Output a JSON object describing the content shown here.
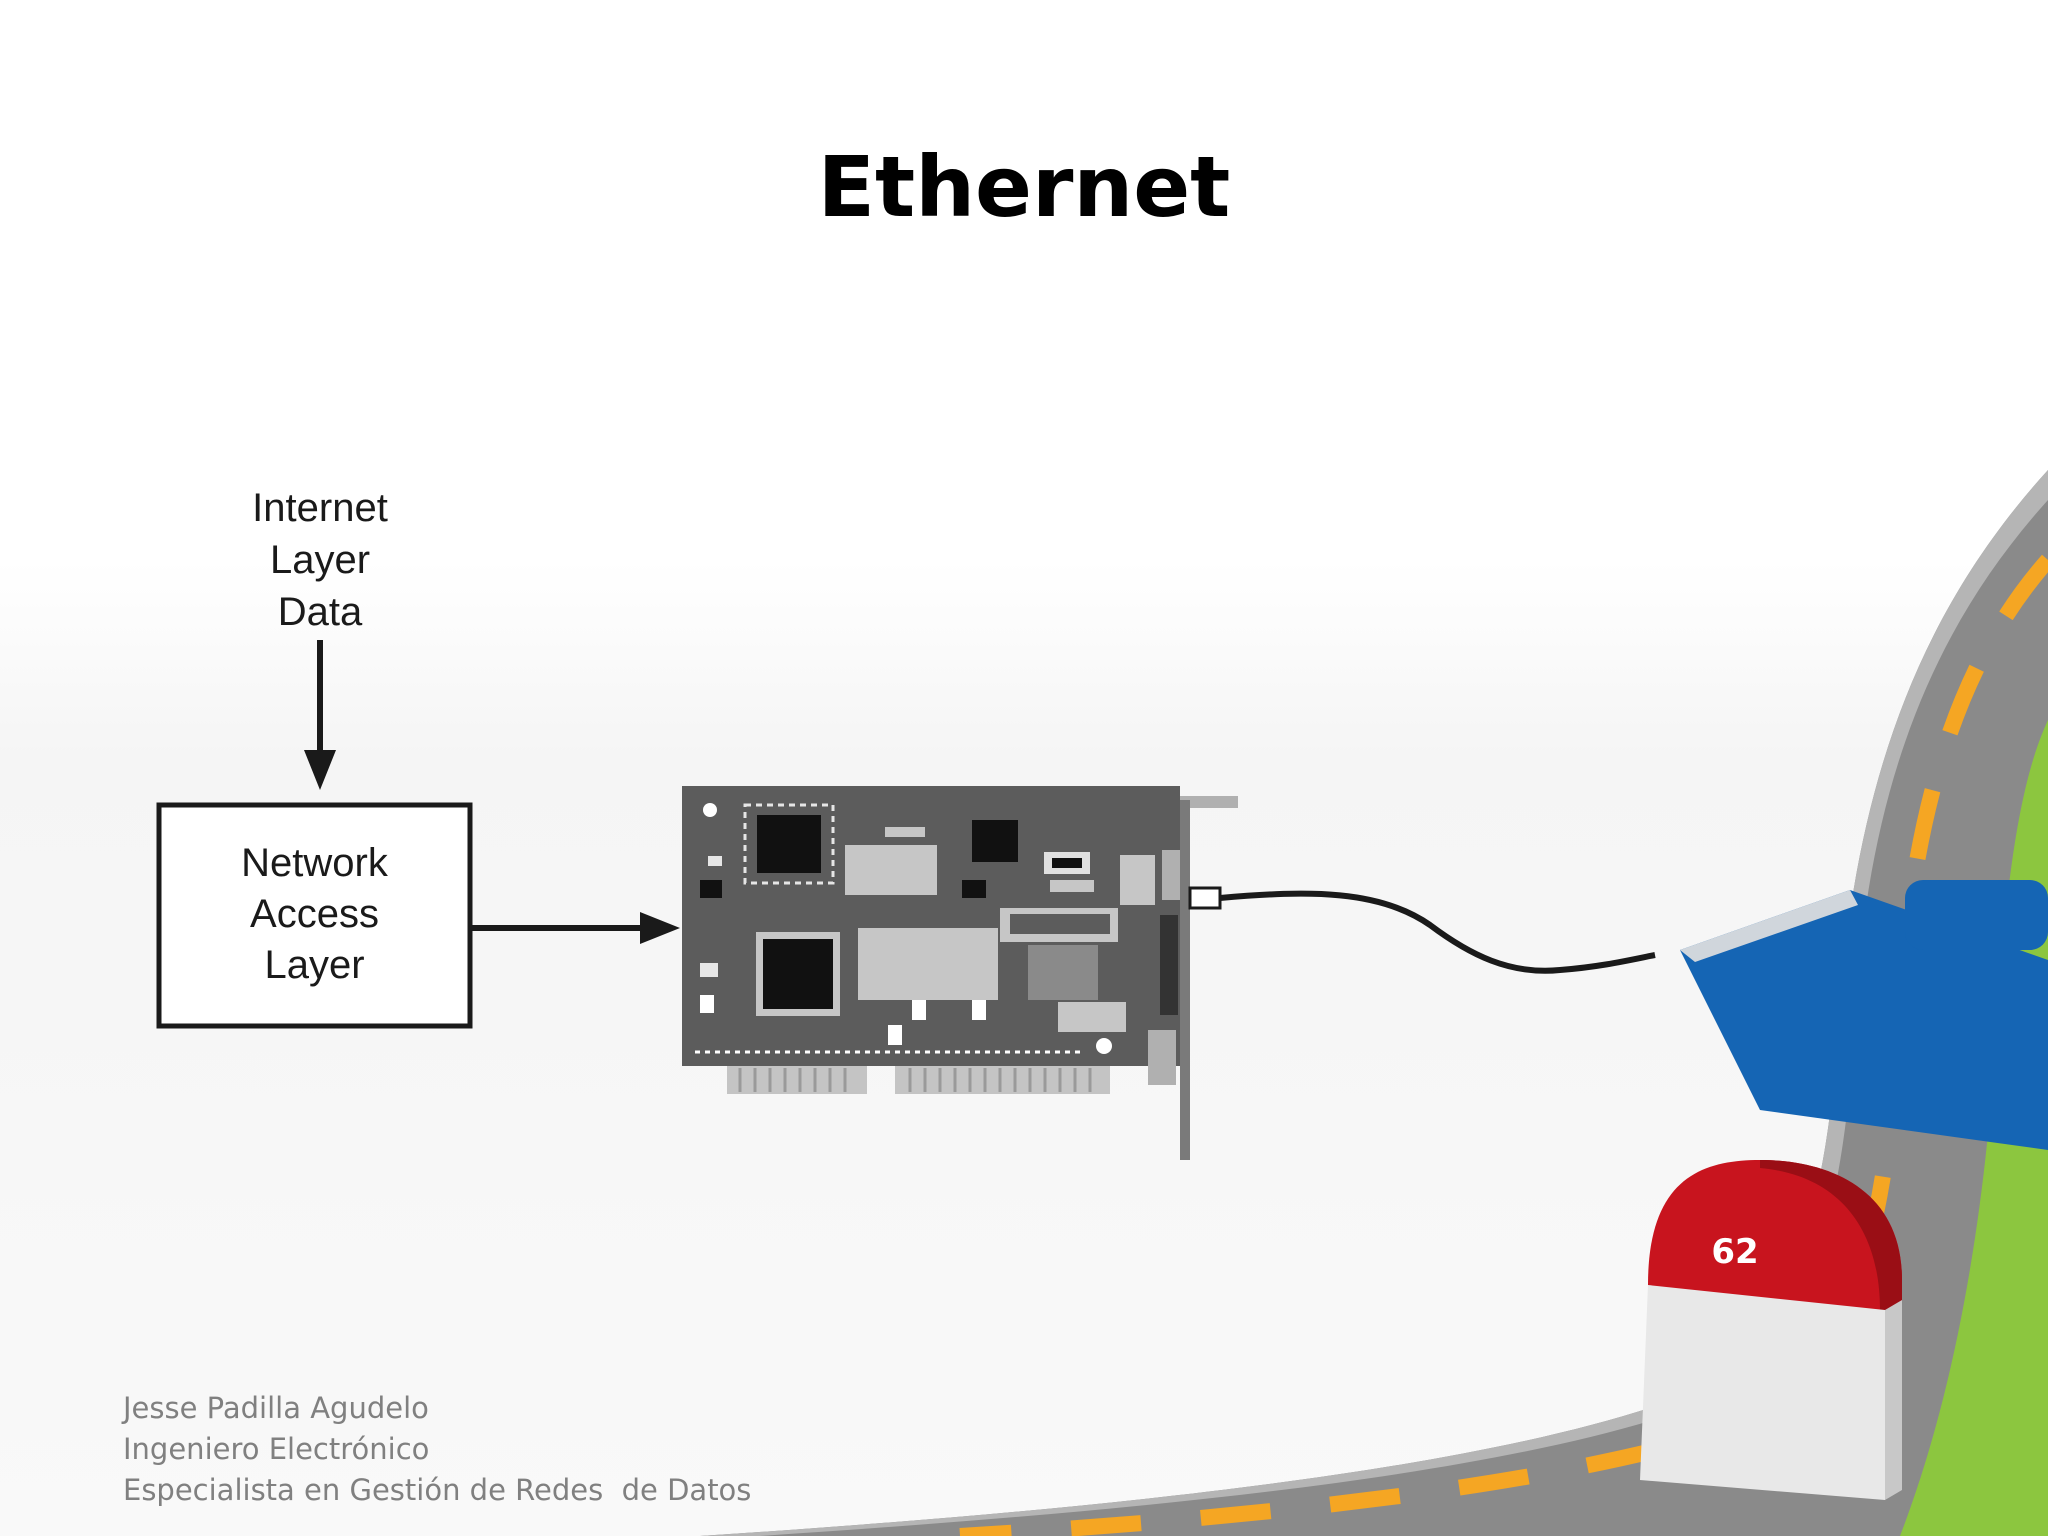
{
  "slide": {
    "title": "Ethernet",
    "page_number": "62"
  },
  "diagram": {
    "input_label": [
      "Internet",
      "Layer",
      "Data"
    ],
    "box_label": [
      "Network",
      "Access",
      "Layer"
    ]
  },
  "footer": {
    "lines": [
      "Jesse Padilla Agudelo",
      "Ingeniero Electrónico",
      "Especialista en Gestión de Redes  de Datos"
    ]
  },
  "colors": {
    "road": "#8a8a8a",
    "road_stripe": "#f5a623",
    "grass": "#8cc63f",
    "marker_red": "#c8141e",
    "sign_blue": "#1565b4",
    "nic_board": "#5c5c5c"
  }
}
